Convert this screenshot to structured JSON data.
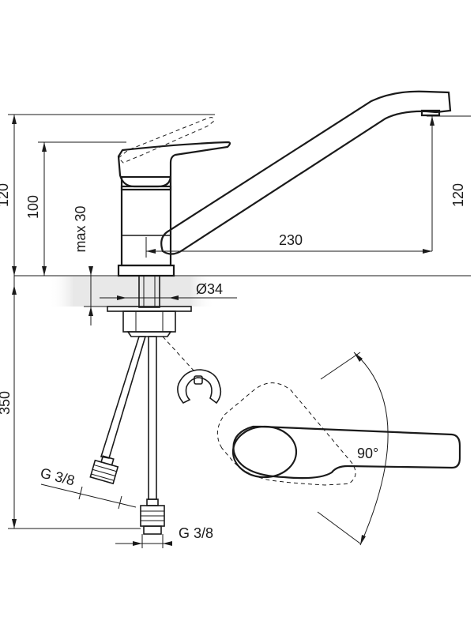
{
  "dimensions": {
    "height_total": "120",
    "height_lever": "100",
    "max_thickness": "max 30",
    "spout_reach": "230",
    "spout_height": "120",
    "hole_diameter": "Ø34",
    "hose_length": "350",
    "thread_left": "G 3/8",
    "thread_bottom": "G 3/8",
    "rotation_angle": "90°"
  }
}
